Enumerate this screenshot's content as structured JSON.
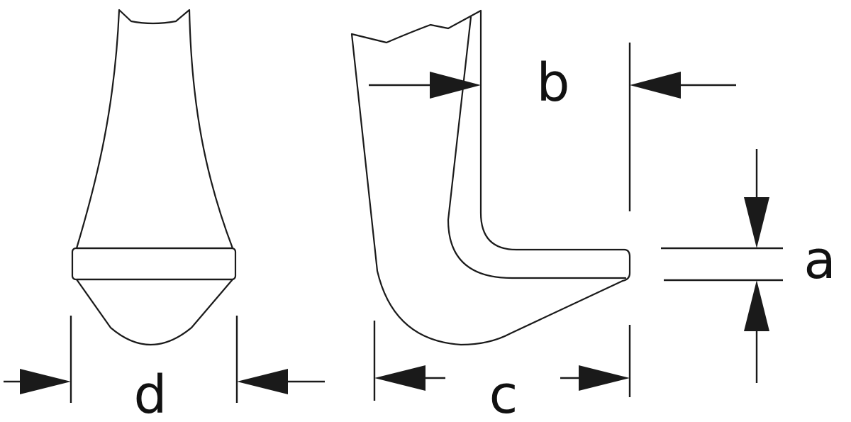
{
  "labels": {
    "a": "a",
    "b": "b",
    "c": "c",
    "d": "d"
  },
  "colors": {
    "line": "#1a1a1a",
    "background": "#ffffff"
  }
}
